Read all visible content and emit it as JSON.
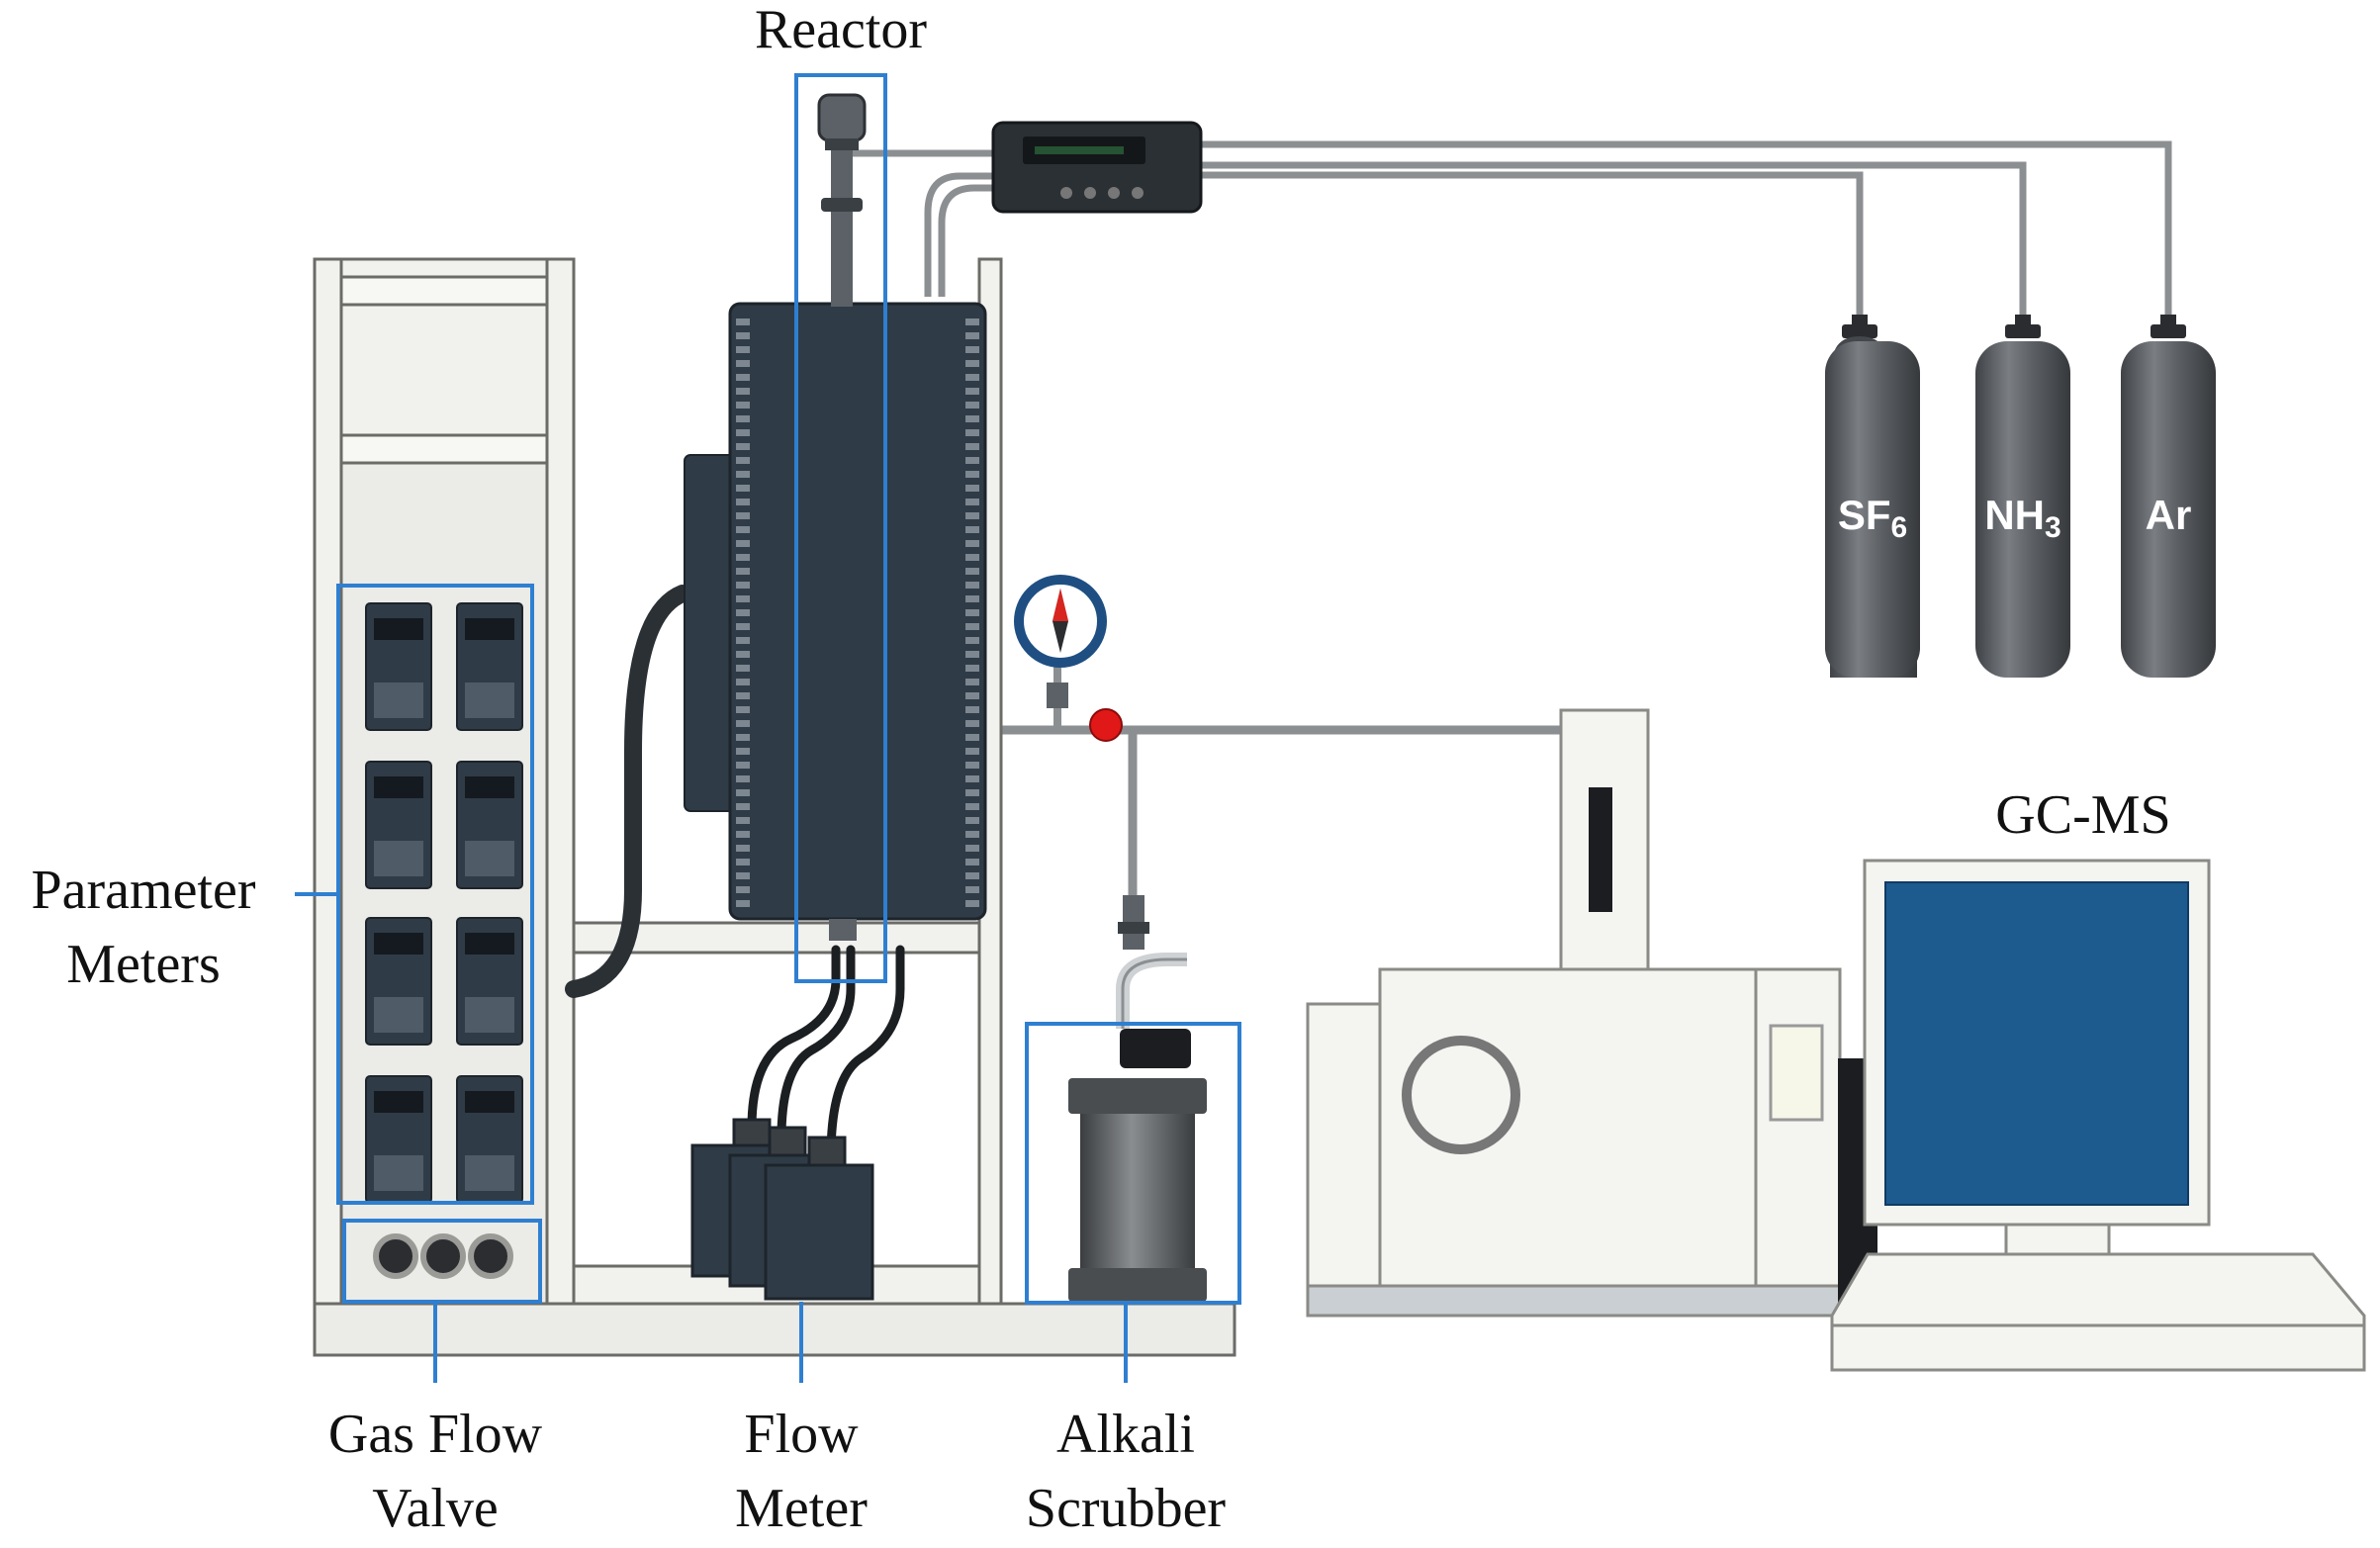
{
  "labels": {
    "reactor": "Reactor",
    "gc_ms": "GC-MS",
    "parameter_meters_line1": "Parameter",
    "parameter_meters_line2": "Meters",
    "gas_flow_valve_line1": "Gas Flow",
    "gas_flow_valve_line2": "Valve",
    "flow_meter_line1": "Flow",
    "flow_meter_line2": "Meter",
    "alkali_scrubber_line1": "Alkali",
    "alkali_scrubber_line2": "Scrubber"
  },
  "cylinders": [
    {
      "name": "SF",
      "sub": "6"
    },
    {
      "name": "NH",
      "sub": "3"
    },
    {
      "name": "Ar",
      "sub": ""
    }
  ],
  "colors": {
    "highlight_box": "#2f7fd1",
    "reactor_body": "#2f3b46",
    "cylinder": "#5c5f63",
    "frame": "#f1f1ee",
    "monitor_screen": "#1d5a8e",
    "valve_red": "#e01818"
  }
}
